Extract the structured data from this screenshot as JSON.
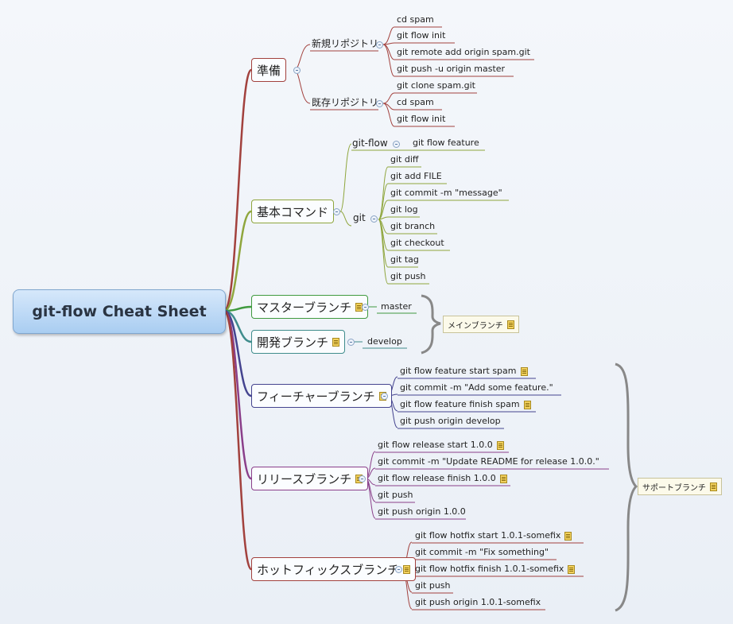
{
  "root": {
    "label": "git-flow Cheat Sheet"
  },
  "colors": {
    "prep": "#a2413d",
    "basic": "#8fa63d",
    "master": "#3f9a3f",
    "develop": "#3f8c8c",
    "feature": "#44448f",
    "release": "#8a3f8a",
    "hotfix": "#a2413d"
  },
  "prep": {
    "label": "準備",
    "new_repo": {
      "label": "新規リポジトリ",
      "items": [
        "cd spam",
        "git flow init",
        "git remote add origin spam.git",
        "git push -u origin master"
      ]
    },
    "existing_repo": {
      "label": "既存リポジトリ",
      "items": [
        "git clone spam.git",
        "cd spam",
        "git flow init"
      ]
    }
  },
  "basic": {
    "label": "基本コマンド",
    "gitflow": {
      "label": "git-flow",
      "items": [
        "git flow feature"
      ]
    },
    "git": {
      "label": "git",
      "items": [
        "git diff",
        "git add FILE",
        "git commit -m \"message\"",
        "git log",
        "git branch",
        "git checkout",
        "git tag",
        "git push"
      ]
    }
  },
  "master_branch": {
    "label": "マスターブランチ",
    "item": "master"
  },
  "develop_branch": {
    "label": "開発ブランチ",
    "item": "develop"
  },
  "main_branch_callout": "メインブランチ",
  "feature_branch": {
    "label": "フィーチャーブランチ",
    "items": [
      "git flow feature start spam",
      "git commit -m \"Add some feature.\"",
      "git flow feature finish spam",
      "git push origin develop"
    ]
  },
  "release_branch": {
    "label": "リリースブランチ",
    "items": [
      "git flow release start 1.0.0",
      "git commit -m \"Update README for release 1.0.0.\"",
      "git flow release finish 1.0.0",
      "git push",
      "git push origin 1.0.0"
    ]
  },
  "hotfix_branch": {
    "label": "ホットフィックスブランチ",
    "items": [
      "git flow hotfix start 1.0.1-somefix",
      "git commit -m \"Fix something\"",
      "git flow hotfix finish 1.0.1-somefix",
      "git push",
      "git push origin 1.0.1-somefix"
    ]
  },
  "support_branch_callout": "サポートブランチ"
}
